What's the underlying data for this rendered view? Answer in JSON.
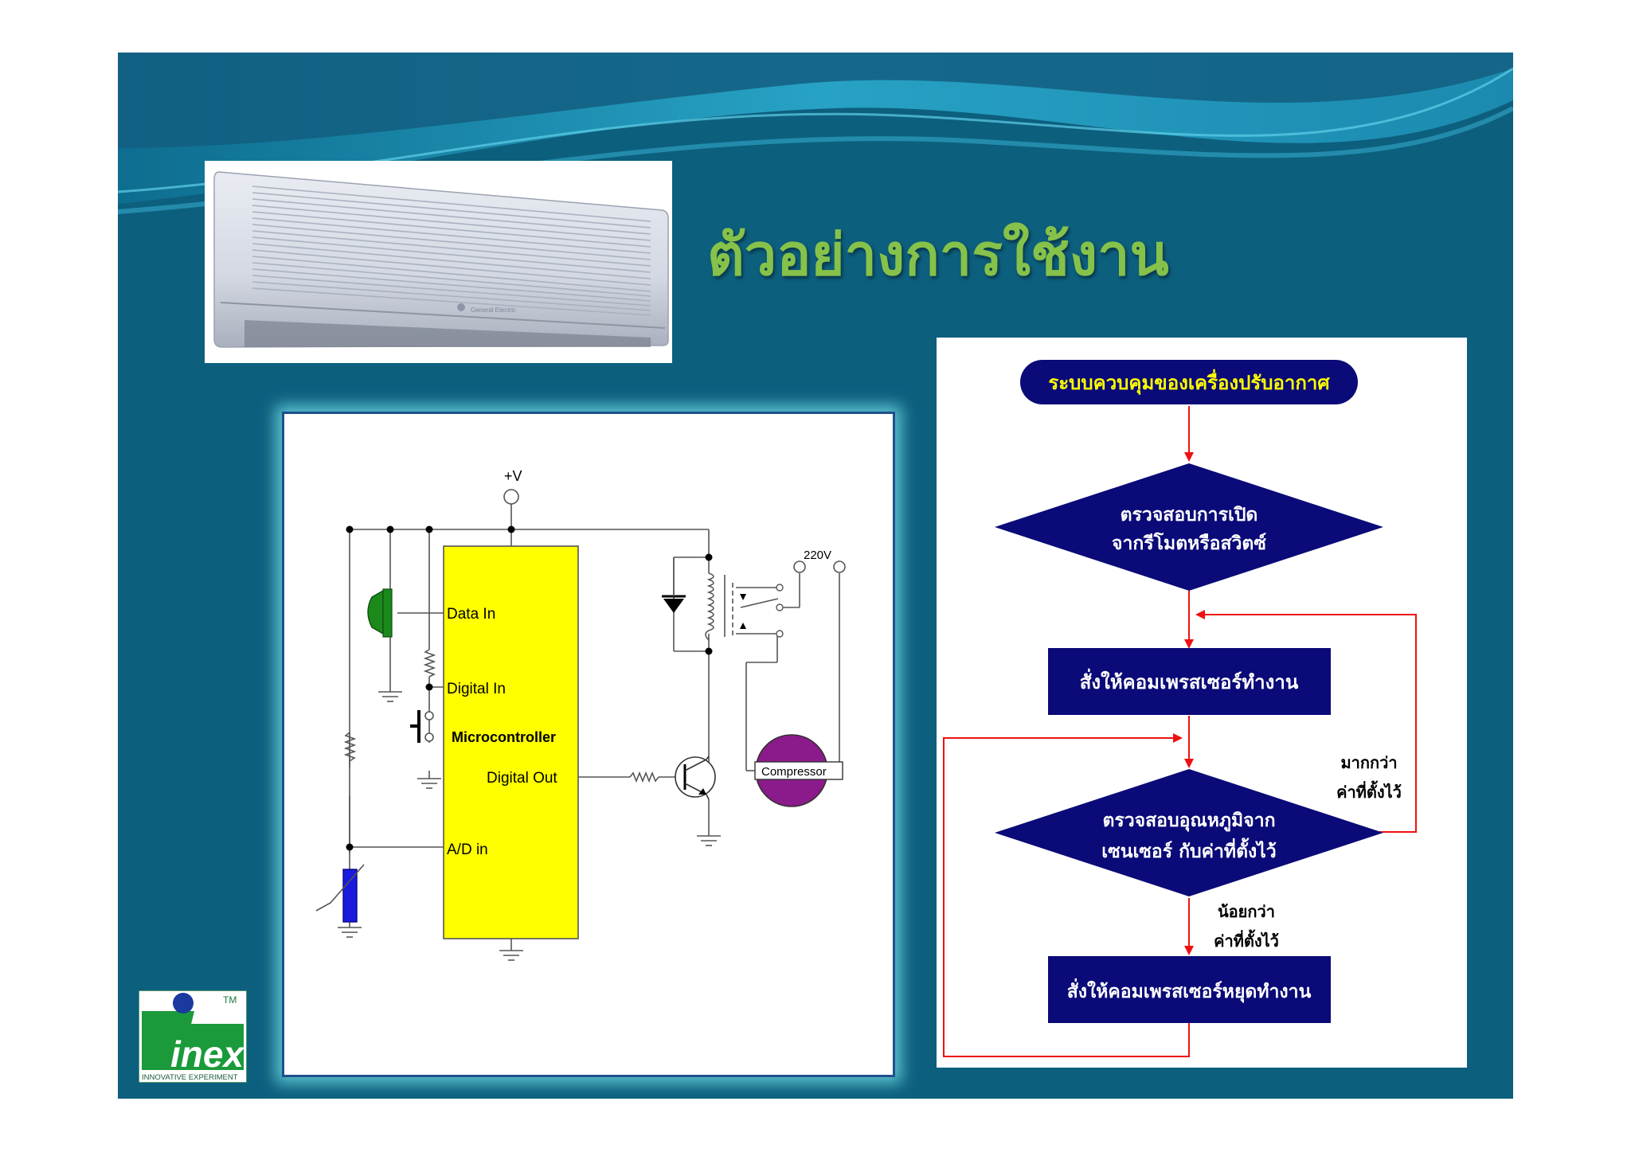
{
  "slide": {
    "title": "ตัวอย่างการใช้งาน",
    "colors": {
      "background": "#0d5f7e",
      "title": "#86c24a",
      "accent_wave": "#2fb3d3"
    }
  },
  "photo": {
    "subject": "wall-mounted air conditioner",
    "brand_text": "General Electric"
  },
  "circuit": {
    "supply_label": "+V",
    "mains_label": "220V",
    "mcu_label": "Microcontroller",
    "pin_data_in": "Data In",
    "pin_digital_in": "Digital In",
    "pin_digital_out": "Digital Out",
    "pin_ad_in": "A/D in",
    "compressor_label": "Compressor",
    "colors": {
      "mcu": "#ffff00",
      "ir_receiver": "#1b8a1b",
      "thermistor": "#1a1adc",
      "compressor": "#8b1a8b"
    }
  },
  "flowchart": {
    "start": "ระบบควบคุมของเครื่องปรับอากาศ",
    "decision1_line1": "ตรวจสอบการเปิด",
    "decision1_line2": "จากรีโมตหรือสวิตซ์",
    "process1": "สั่งให้คอมเพรสเซอร์ทำงาน",
    "decision2_line1": "ตรวจสอบอุณหภูมิจาก",
    "decision2_line2": "เซนเซอร์ กับค่าที่ตั้งไว้",
    "more_line1": "มากกว่า",
    "more_line2": "ค่าที่ตั้งไว้",
    "less_line1": "น้อยกว่า",
    "less_line2": "ค่าที่ตั้งไว้",
    "process2": "สั่งให้คอมเพรสเซอร์หยุดทำงาน",
    "colors": {
      "shape": "#0a0a78",
      "start_text": "#ffff00",
      "text": "#ffffff",
      "arrow": "#ee1111"
    }
  },
  "logo": {
    "text": "inex",
    "tagline": "INNOVATIVE EXPERIMENT",
    "trademark": "TM"
  }
}
